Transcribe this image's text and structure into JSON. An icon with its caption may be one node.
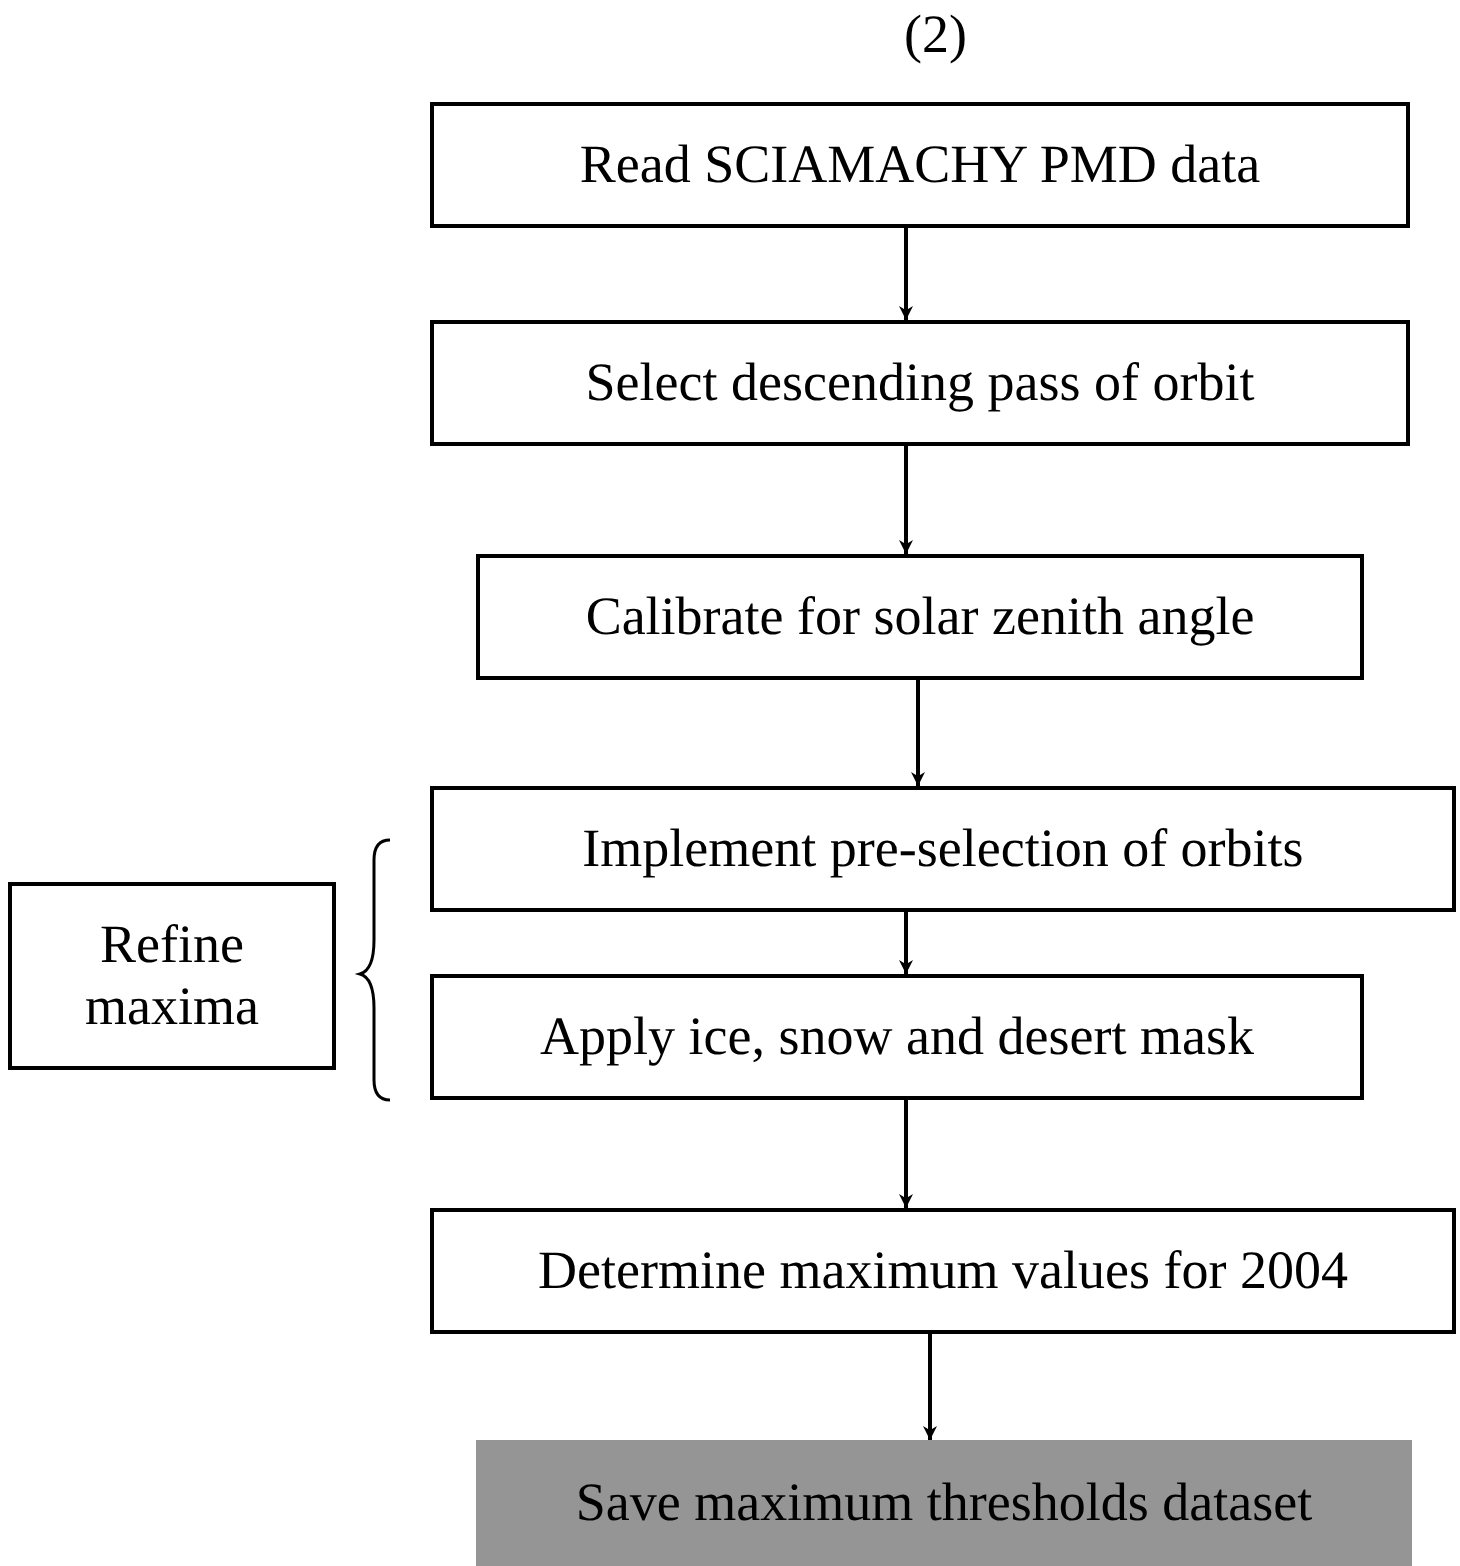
{
  "diagram": {
    "nodes": [
      {
        "text": [
          "Read SCIAMACHY PMD data"
        ]
      },
      {
        "text": [
          "Select descending pass of orbit"
        ]
      },
      {
        "text": [
          "Calibrate for solar zenith angle"
        ]
      },
      {
        "text": [
          "Implement pre-selection of orbits"
        ]
      },
      {
        "text": [
          "Apply ice, snow and desert mask"
        ]
      },
      {
        "text": [
          "Determine maximum values for 2004"
        ]
      },
      {
        "text": [
          "Save maximum thresholds dataset"
        ]
      },
      {
        "text": [
          "Refine maxima"
        ]
      }
    ],
    "edges": [
      {
        "from": 0,
        "to": 1,
        "arrow": "to"
      },
      {
        "from": 1,
        "to": 2,
        "arrow": "to"
      },
      {
        "from": 2,
        "to": 3,
        "arrow": "to"
      },
      {
        "from": 3,
        "to": 4,
        "arrow": "to"
      },
      {
        "from": 4,
        "to": 5,
        "arrow": "to"
      },
      {
        "from": 5,
        "to": 6,
        "arrow": "to"
      }
    ],
    "labels": [
      "(2)"
    ]
  }
}
